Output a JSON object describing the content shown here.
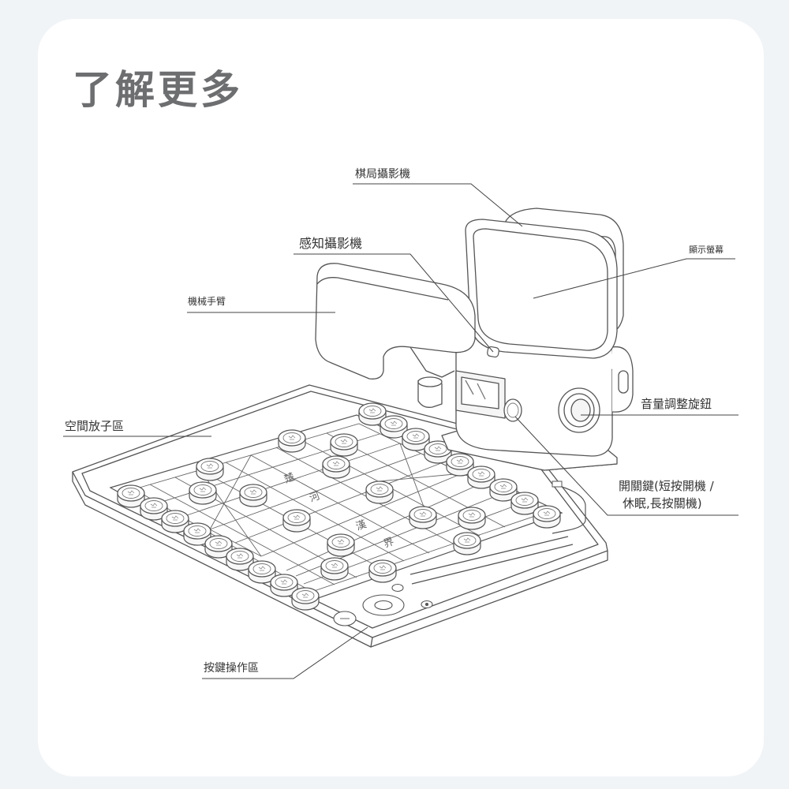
{
  "title": "了解更多",
  "callouts": {
    "board_camera": "棋局攝影機",
    "sensing_camera": "感知攝影機",
    "display": "顯示螢幕",
    "robot_arm": "機械手臂",
    "volume_knob": "音量調整旋鈕",
    "storage_area": "空間放子區",
    "power_key_line1": "開關鍵(短按開機 /",
    "power_key_line2": "休眠,長按關機)",
    "button_area": "按鍵操作區"
  },
  "board_marks": {
    "river_left_1": "楚",
    "river_left_2": "河",
    "river_right_1": "漢",
    "river_right_2": "界"
  },
  "colors": {
    "line": "#555555",
    "leader": "#444444",
    "title": "#6d6e70"
  }
}
